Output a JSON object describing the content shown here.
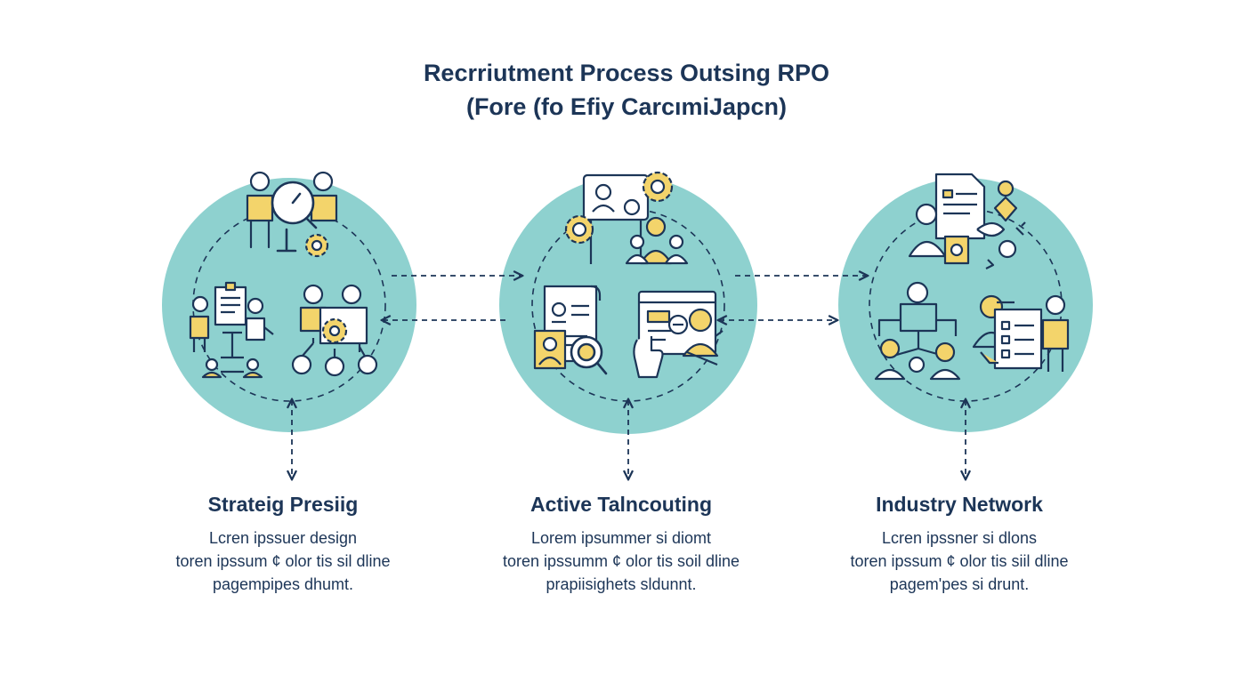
{
  "title": {
    "line1": "Recrriutment Process Outsing RPO",
    "line2": "(Fore (fo Efiy CarcımiJapcn)"
  },
  "steps": [
    {
      "heading": "Strateig Presiig",
      "desc": [
        "Lcren ipssuer design",
        "toren ipssum ¢ olor tis sil dline",
        "pagempipes dhumt."
      ],
      "icons": [
        "meeting-icon",
        "magnifier-icon",
        "gear-icon",
        "whiteboard-icon",
        "team-icon",
        "network-icon"
      ]
    },
    {
      "heading": "Active Talncouting",
      "desc": [
        "Lorem ipsummer si diomt",
        "toren ipssumm ¢ olor tis soil dline",
        "prapiisighets sldunnt."
      ],
      "icons": [
        "profile-card-icon",
        "gear-icon",
        "resume-icon",
        "search-icon",
        "hand-icon",
        "candidate-icon"
      ]
    },
    {
      "heading": "Industry Network",
      "desc": [
        "Lcren ipssner si dlons",
        "toren ipssum ¢ olor tis siil dline",
        "pagem'pes si drunt."
      ],
      "icons": [
        "document-icon",
        "contact-icon",
        "org-chart-icon",
        "checklist-icon",
        "people-icon"
      ]
    }
  ],
  "colors": {
    "circle": "#8ed1cf",
    "navy": "#1c3557",
    "accent": "#f3d46b"
  }
}
